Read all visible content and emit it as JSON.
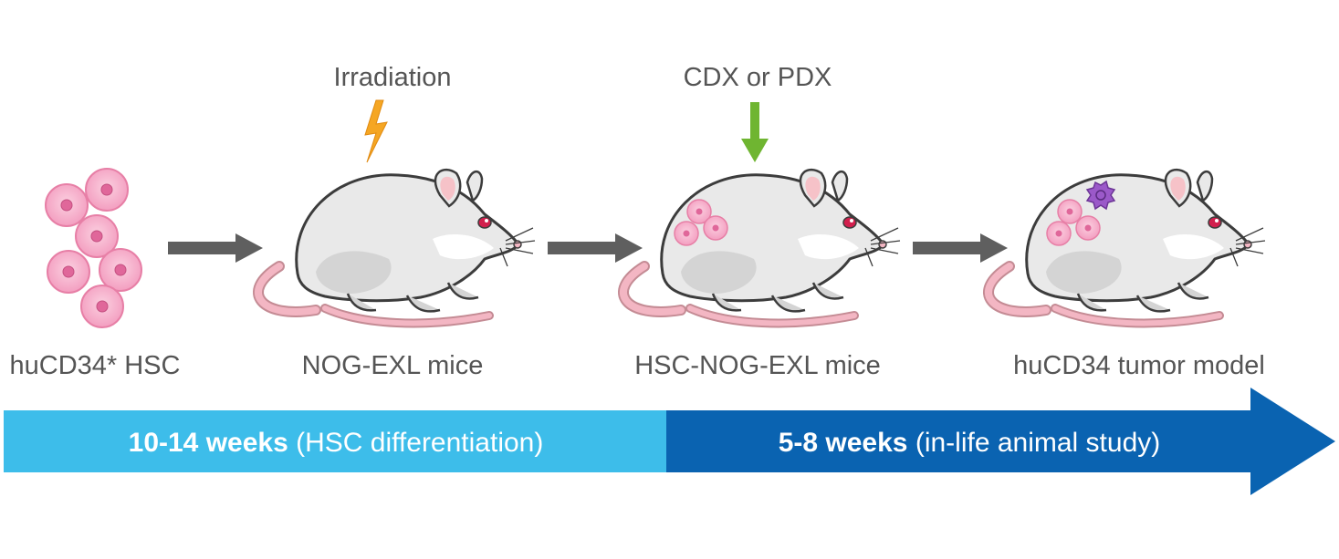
{
  "steps": [
    {
      "label": "huCD34* HSC"
    },
    {
      "label": "NOG-EXL mice",
      "annotation": "Irradiation"
    },
    {
      "label": "HSC-NOG-EXL mice",
      "annotation": "CDX or PDX"
    },
    {
      "label": "huCD34 tumor model"
    }
  ],
  "timeline": {
    "phase1": {
      "bold": "10-14 weeks",
      "detail": " (HSC differentiation)"
    },
    "phase2": {
      "bold": "5-8 weeks",
      "detail": " (in-life animal study)"
    }
  },
  "colors": {
    "phase1": "#3dbdea",
    "phase2": "#0a63b1",
    "step_arrow": "#5f5f5f",
    "lightning": "#f5a623",
    "injection_arrow": "#6fb531",
    "cell_fill": "#f8a8c8",
    "cell_nucleus": "#e0679a",
    "tumor": "#9b59c9",
    "mouse_body": "#e9e9e9",
    "mouse_ear": "#f6c2c8",
    "mouse_tail": "#f3b6c3",
    "mouse_eye": "#d21f4d"
  }
}
